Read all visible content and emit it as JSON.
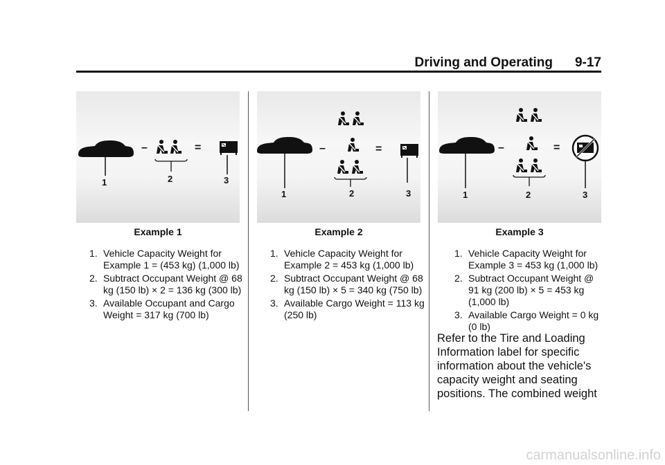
{
  "header": {
    "section": "Driving and Operating",
    "page": "9-17"
  },
  "examples": [
    {
      "caption": "Example 1",
      "callouts": [
        "1",
        "2",
        "3"
      ],
      "items": [
        {
          "num": "1.",
          "text": "Vehicle Capacity Weight for Example 1 = (453 kg) (1,000 lb)"
        },
        {
          "num": "2.",
          "text": "Subtract Occupant Weight @ 68 kg (150 lb) × 2 = 136 kg (300 lb)"
        },
        {
          "num": "3.",
          "text": "Available Occupant and Cargo Weight = 317 kg (700 lb)"
        }
      ]
    },
    {
      "caption": "Example 2",
      "callouts": [
        "1",
        "2",
        "3"
      ],
      "items": [
        {
          "num": "1.",
          "text": "Vehicle Capacity Weight for Example 2 = 453 kg (1,000 lb)"
        },
        {
          "num": "2.",
          "text": "Subtract Occupant Weight @ 68 kg (150 lb) × 5 = 340 kg (750 lb)"
        },
        {
          "num": "3.",
          "text": "Available Cargo Weight = 113 kg (250 lb)"
        }
      ]
    },
    {
      "caption": "Example 3",
      "callouts": [
        "1",
        "2",
        "3"
      ],
      "items": [
        {
          "num": "1.",
          "text": "Vehicle Capacity Weight for Example 3 = 453 kg (1,000 lb)"
        },
        {
          "num": "2.",
          "text": "Subtract Occupant Weight @ 91 kg (200 lb) × 5 = 453 kg (1,000 lb)"
        },
        {
          "num": "3.",
          "text": "Available Cargo Weight = 0 kg (0 lb)"
        }
      ]
    }
  ],
  "operators": {
    "minus": "–",
    "equals": "="
  },
  "paragraph": "Refer to the Tire and Loading Information label for specific information about the vehicle's capacity weight and seating positions. The combined weight",
  "footer": "carmanualsonline.info"
}
